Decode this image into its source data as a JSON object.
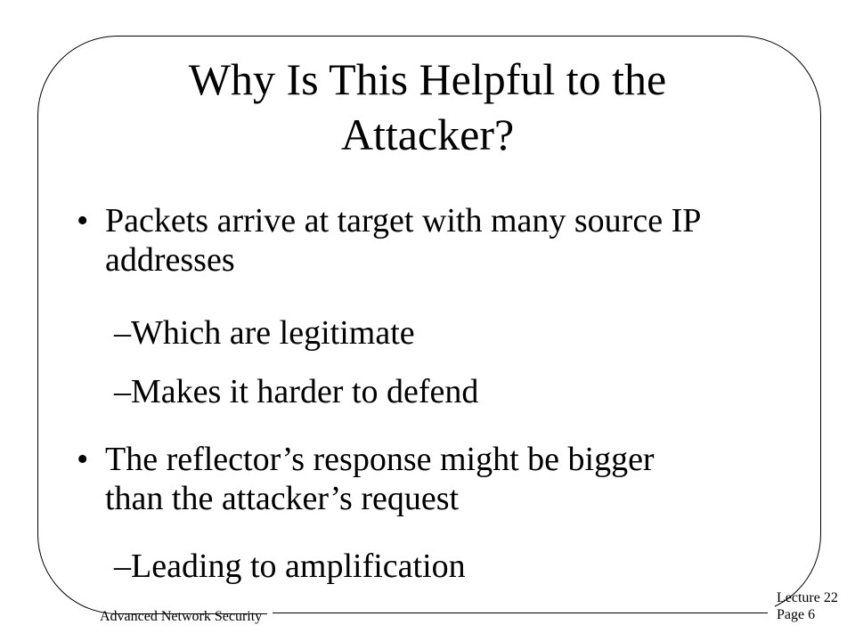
{
  "slide": {
    "title": "Why Is This Helpful to the Attacker?",
    "bullets": [
      {
        "symbol": "•",
        "text": "Packets arrive at target with many source IP addresses",
        "subitems": [
          {
            "symbol": "–",
            "text": "Which are legitimate"
          },
          {
            "symbol": "–",
            "text": "Makes it harder to defend"
          }
        ]
      },
      {
        "symbol": "•",
        "text": "The reflector’s response might be bigger than the attacker’s request",
        "subitems": [
          {
            "symbol": "–",
            "text": "Leading to amplification"
          }
        ]
      }
    ]
  },
  "footer": {
    "course": "Advanced Network Security",
    "lecture": "Lecture 22",
    "page": "Page 6"
  }
}
